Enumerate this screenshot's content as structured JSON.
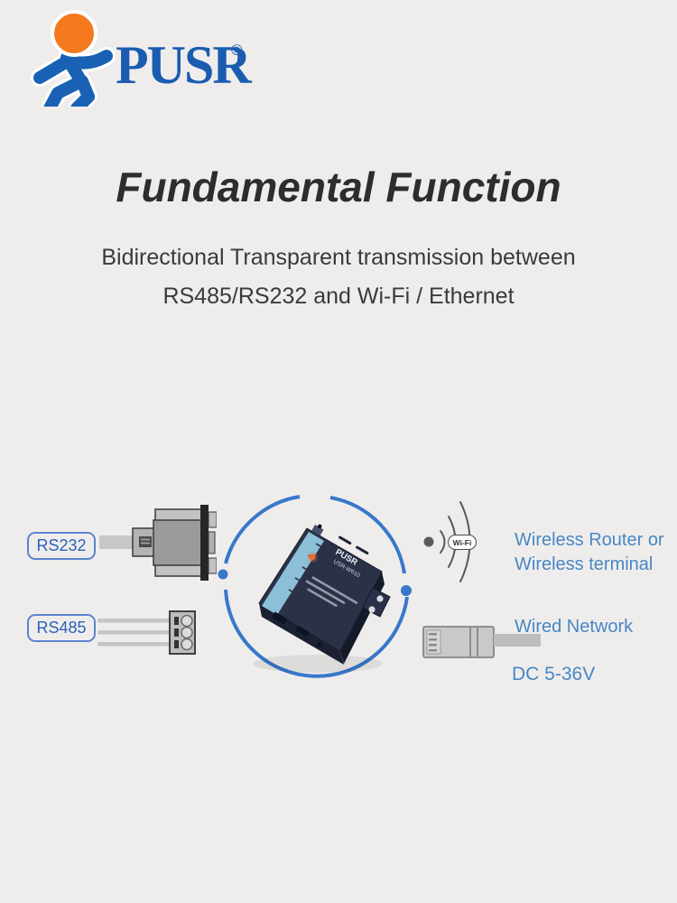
{
  "logo": {
    "brand": "PUSR",
    "reg": "®"
  },
  "heading": {
    "title": "Fundamental Function",
    "subtitle_line1": "Bidirectional Transparent transmission between",
    "subtitle_line2": "RS485/RS232 and Wi-Fi / Ethernet"
  },
  "diagram": {
    "ports": [
      {
        "label": "RS232"
      },
      {
        "label": "RS485"
      }
    ],
    "device": {
      "brand": "PUSR",
      "model": "USR-W610"
    },
    "wifi": {
      "badge": "Wi-Fi",
      "caption_line1": "Wireless Router or",
      "caption_line2": "Wireless terminal"
    },
    "wired": {
      "caption": "Wired Network"
    },
    "power": {
      "caption": "DC 5-36V"
    }
  },
  "colors": {
    "background": "#EFEDEC",
    "accent_blue_arcs": "#3878CA",
    "port_label_blue": "#2C62B8",
    "caption_blue": "#4787C5",
    "logo_blue": "#1A5CB0",
    "logo_orange": "#F5791F",
    "device_navy": "#2B3247",
    "device_strip_blue": "#8CC0D9",
    "led_orange": "#EF6A2A",
    "connector_gray": "#9B9B9B"
  }
}
